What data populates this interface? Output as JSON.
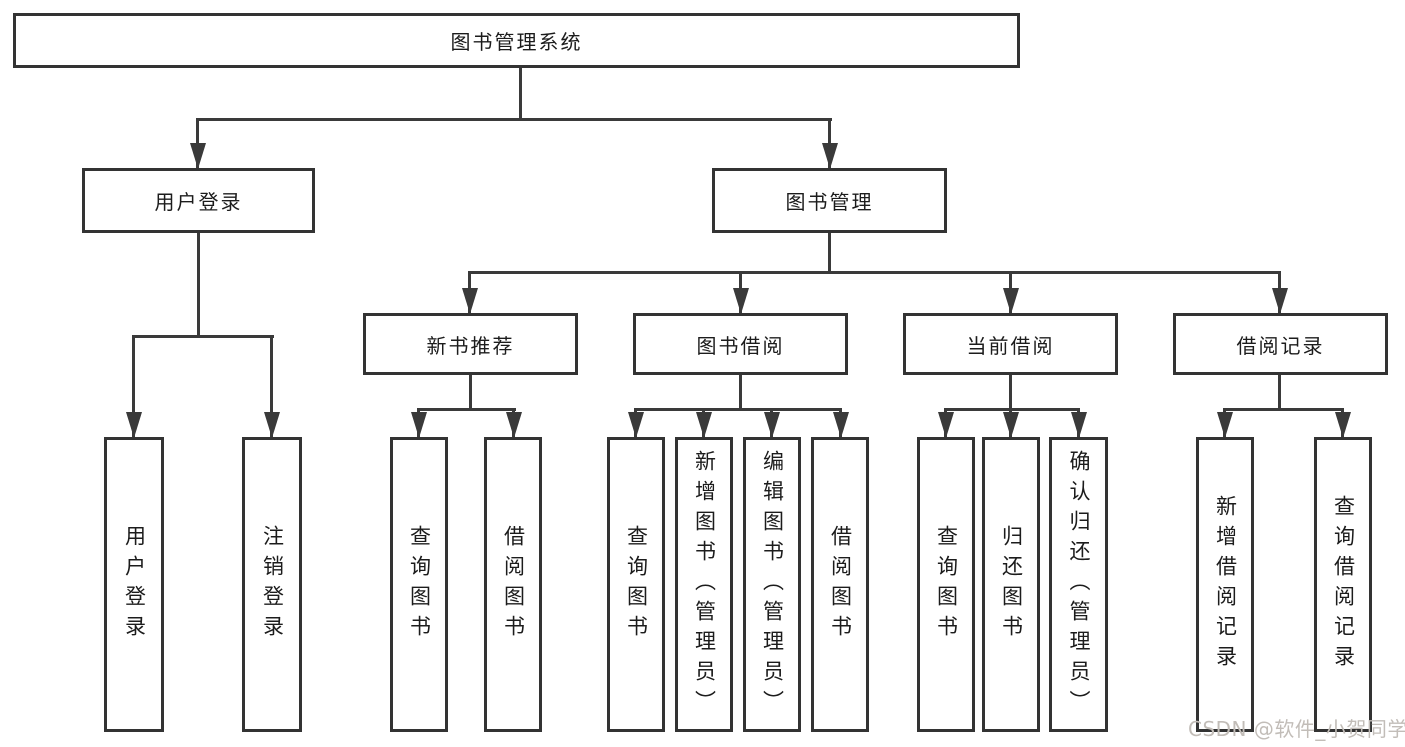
{
  "diagram": {
    "root": {
      "label": "图书管理系统"
    },
    "branches": [
      {
        "label": "用户登录",
        "children": [
          {
            "label": "用户登录"
          },
          {
            "label": "注销登录"
          }
        ]
      },
      {
        "label": "图书管理",
        "children": [
          {
            "label": "新书推荐",
            "children": [
              {
                "label": "查询图书"
              },
              {
                "label": "借阅图书"
              }
            ]
          },
          {
            "label": "图书借阅",
            "children": [
              {
                "label": "查询图书"
              },
              {
                "label": "新增图书（管理员）"
              },
              {
                "label": "编辑图书（管理员）"
              },
              {
                "label": "借阅图书"
              }
            ]
          },
          {
            "label": "当前借阅",
            "children": [
              {
                "label": "查询图书"
              },
              {
                "label": "归还图书"
              },
              {
                "label": "确认归还（管理员）"
              }
            ]
          },
          {
            "label": "借阅记录",
            "children": [
              {
                "label": "新增借阅记录"
              },
              {
                "label": "查询借阅记录"
              }
            ]
          }
        ]
      }
    ]
  },
  "watermark": {
    "text": "CSDN @软件_小贺同学",
    "color": "#c2bdb8"
  },
  "colors": {
    "line": "#3a3a3a",
    "box_border": "#333333",
    "text": "#1c1c1c",
    "background": "#ffffff"
  }
}
